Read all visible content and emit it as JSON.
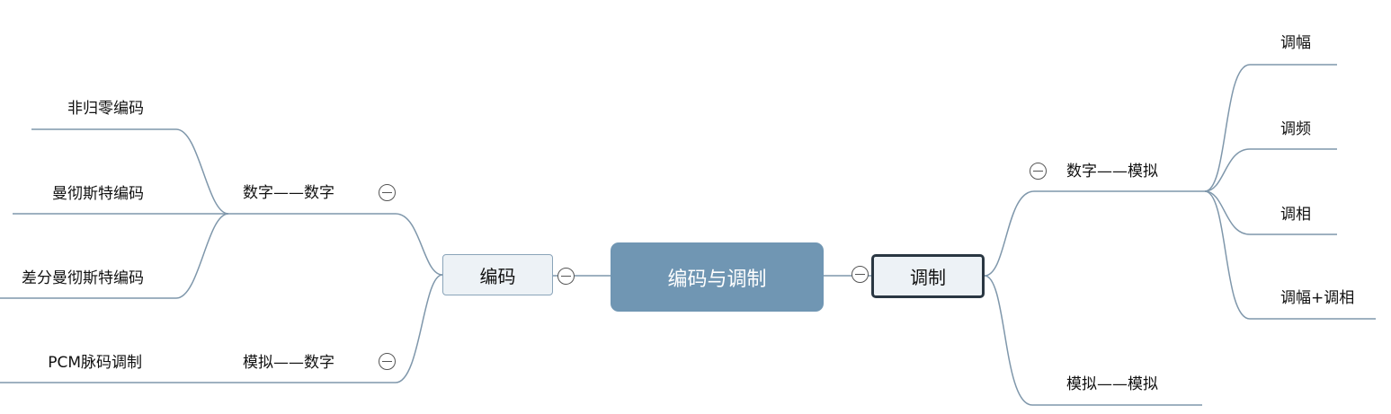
{
  "central": {
    "label": "编码与调制"
  },
  "left": {
    "label": "编码",
    "groups": [
      {
        "label": "数字——数字",
        "leaves": [
          "非归零编码",
          "曼彻斯特编码",
          "差分曼彻斯特编码"
        ]
      },
      {
        "label": "模拟——数字",
        "leaves": [
          "PCM脉码调制"
        ]
      }
    ]
  },
  "right": {
    "label": "调制",
    "groups": [
      {
        "label": "数字——模拟",
        "leaves": [
          "调幅",
          "调频",
          "调相",
          "调幅+调相"
        ]
      },
      {
        "label": "模拟——模拟",
        "leaves": []
      }
    ]
  },
  "colors": {
    "line": "#7f97ab",
    "central_fill": "#7096b3",
    "branch_fill": "#edf2f6",
    "selected_border": "#2a3742"
  },
  "icons": {
    "collapse": "minus-circle-icon"
  }
}
